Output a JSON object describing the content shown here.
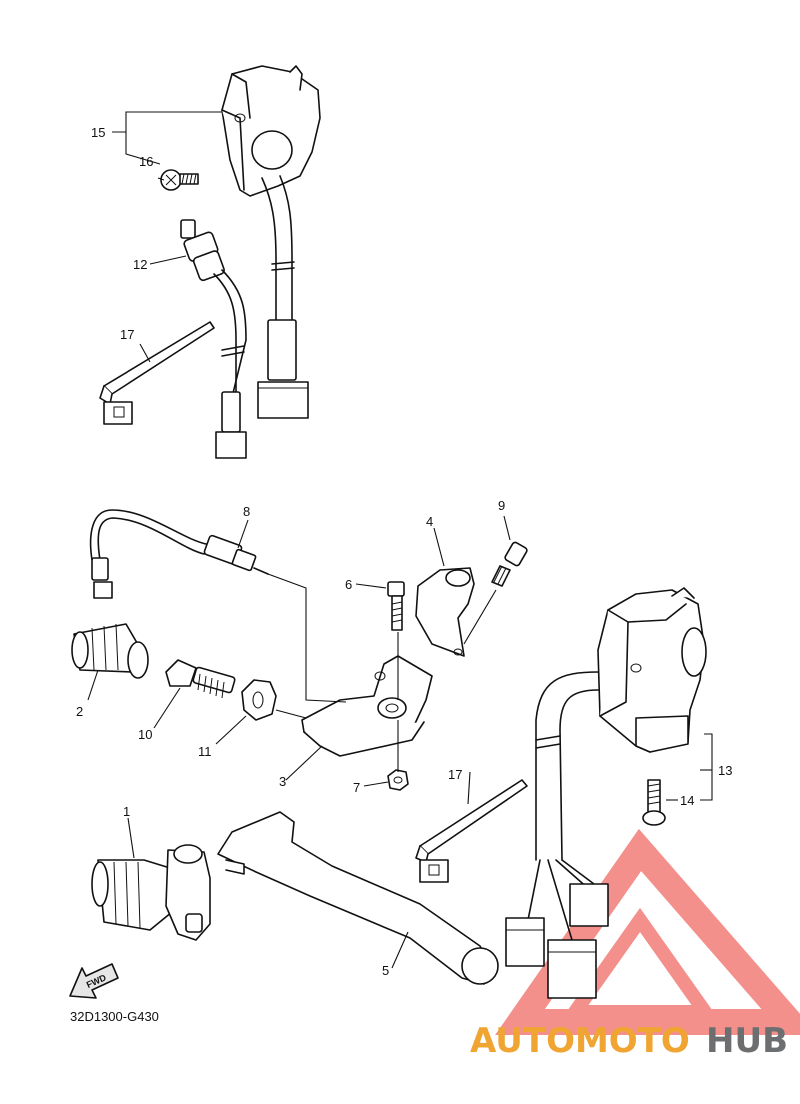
{
  "diagram_code": "32D1300-G430",
  "fwd_label": "FWD",
  "watermark": {
    "text_accent": "AUTOMOTO",
    "text_dark": "HUB",
    "accent_color": "#f0a431",
    "dark_color": "#6d6e70",
    "logo_color": "#ef6b66"
  },
  "callouts": [
    "1",
    "2",
    "3",
    "4",
    "5",
    "6",
    "7",
    "8",
    "9",
    "10",
    "11",
    "12",
    "13",
    "14",
    "15",
    "16",
    "17",
    "17"
  ],
  "parts": [
    {
      "icon": "left-handlebar-switch-icon"
    },
    {
      "icon": "screw-icon"
    },
    {
      "icon": "wire-harness-icon"
    },
    {
      "icon": "clutch-switch-icon"
    },
    {
      "icon": "cable-tie-icon"
    },
    {
      "icon": "right-handlebar-switch-icon"
    },
    {
      "icon": "lever-holder-icon"
    },
    {
      "icon": "clutch-lever-icon"
    },
    {
      "icon": "rubber-cover-icon"
    },
    {
      "icon": "adjuster-bolt-icon"
    },
    {
      "icon": "locknut-icon"
    },
    {
      "icon": "cable-adjuster-icon"
    },
    {
      "icon": "bolt-icon"
    },
    {
      "icon": "nut-icon"
    }
  ]
}
